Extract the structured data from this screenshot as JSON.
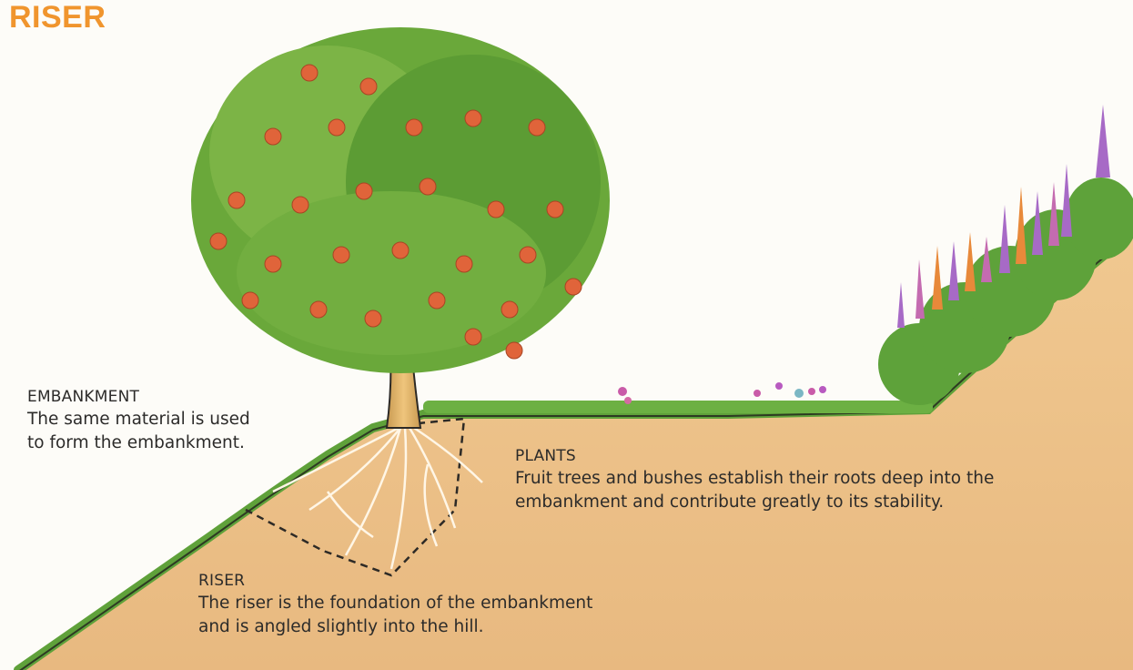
{
  "title": "RISER",
  "embankment": {
    "heading": "EMBANKMENT",
    "line1": "The same material is used",
    "line2": "to form the embankment."
  },
  "plants": {
    "heading": "PLANTS",
    "line1": "Fruit trees and bushes establish their roots deep into the",
    "line2": "embankment and contribute greatly to its stability."
  },
  "riser": {
    "heading": "RISER",
    "line1": "The riser is the foundation of the embankment",
    "line2": "and is angled slightly into the hill."
  },
  "colors": {
    "title": "#f0952e",
    "soil": "#e9bd82",
    "grass": "#5fa13a",
    "leaf": "#6aa83a",
    "fruit": "#e0643a",
    "trunk": "#e4b46a",
    "lupin_purple": "#a76ac6",
    "lupin_orange": "#e8893a"
  }
}
